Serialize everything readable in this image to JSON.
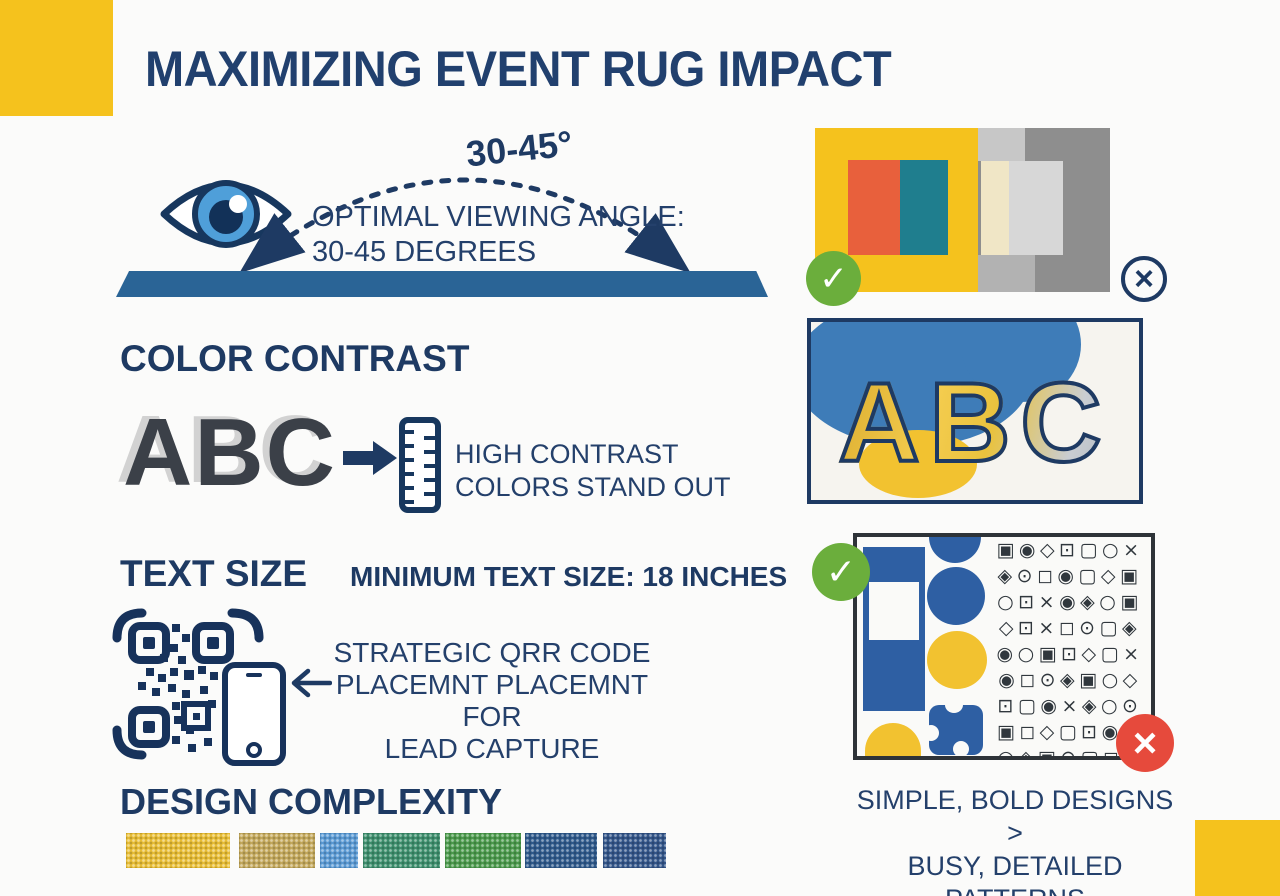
{
  "title": "MAXIMIZING EVENT RUG IMPACT",
  "viewing": {
    "angle_badge": "30-45°",
    "line1": "OPTIMAL VIEWING ANGLE:",
    "line2": "30-45 DEGREES"
  },
  "color_contrast": {
    "heading": "COLOR CONTRAST",
    "sample": "ABC",
    "line1": "HIGH CONTRAST",
    "line2": "COLORS STAND OUT",
    "rug_sample": "ABC"
  },
  "text_size": {
    "heading": "TEXT SIZE",
    "note": "MINIMUM TEXT SIZE: 18 INCHES"
  },
  "qr_section": {
    "line1": "STRATEGIC QRR CODE",
    "line2": "PLACEMNT PLACEMNT FOR",
    "line3": "LEAD CAPTURE"
  },
  "design_complexity": {
    "heading": "DESIGN COMPLEXITY",
    "swatches": [
      {
        "name": "yellow",
        "style": "left:126px;width:104px;background-color:#E9BE35"
      },
      {
        "name": "tan",
        "style": "left:239px;width:76px;background-color:#C4A95C"
      },
      {
        "name": "light-blue",
        "style": "left:320px;width:38px;background-color:#5B9BD5"
      },
      {
        "name": "teal-green",
        "style": "left:363px;width:77px;background-color:#3E8F6E"
      },
      {
        "name": "green",
        "style": "left:445px;width:76px;background-color:#4C9B4D"
      },
      {
        "name": "navy",
        "style": "left:525px;width:72px;background-color:#2F5A8C"
      },
      {
        "name": "navy-2",
        "style": "left:603px;width:63px;background-color:#33568A"
      }
    ]
  },
  "comparison": {
    "line1": "SIMPLE, BOLD DESIGNS >",
    "line2": "BUSY, DETAILED PATTERNS",
    "doodle_glyphs": "▣◉◇⊡▢○×◈⊙◻◉▢◇▣○⊡×◉◈○▣◇⊡×◻⊙▢◈◉○▣⊡◇▢×◉◻⊙◈▣○◇⊡▢◉×◈○⊙▣◻◇▢⊡◉×○◈▣⊙▢◻◇◉⊡×▣○◈▢⊙◇◻▣◉⊡×○◈▢▣◇"
  },
  "glyphs": {
    "check": "✓",
    "cross": "×"
  },
  "colors": {
    "navy": "#1E3A63",
    "accent_yellow": "#F5C21D",
    "rug_blue": "#2A6496",
    "approve_green": "#6BAE3C",
    "reject_red": "#E64A3C",
    "contrast_orange": "#E8603C",
    "contrast_teal": "#1F7E8E"
  }
}
